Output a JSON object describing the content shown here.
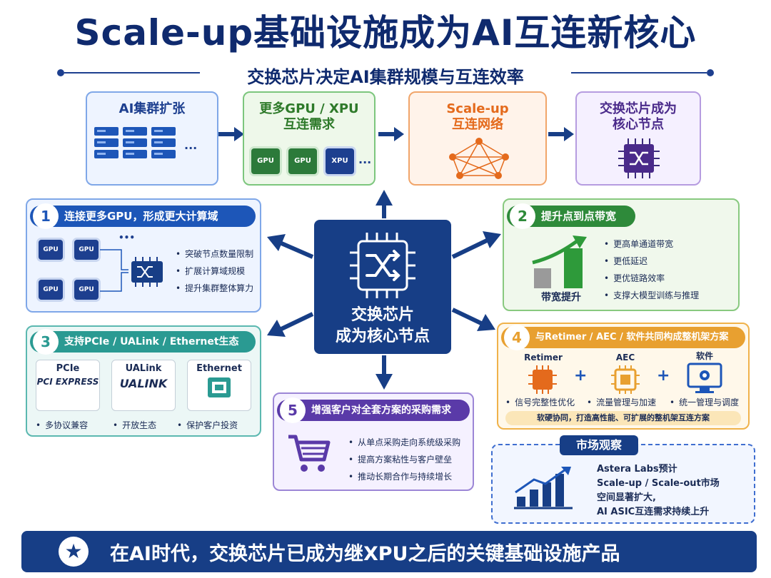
{
  "title": "Scale-up基础设施成为AI互连新核心",
  "subtitle": "交换芯片决定AI集群规模与互连效率",
  "flow": {
    "step1": {
      "label": "AI集群扩张",
      "more": "..."
    },
    "step2": {
      "label_line1": "更多GPU / XPU",
      "label_line2": "互连需求",
      "chips": [
        "GPU",
        "GPU",
        "XPU"
      ],
      "more": "..."
    },
    "step3": {
      "label_line1": "Scale-up",
      "label_line2": "互连网络"
    },
    "step4": {
      "label_line1": "交换芯片成为",
      "label_line2": "核心节点"
    }
  },
  "center": {
    "line1": "交换芯片",
    "line2": "成为核心节点"
  },
  "sections": {
    "s1": {
      "num": "1",
      "header": "连接更多GPU，形成更大计算域",
      "chips": [
        "GPU",
        "GPU",
        "GPU",
        "GPU"
      ],
      "bullets": [
        "突破节点数量限制",
        "扩展计算域规模",
        "提升集群整体算力"
      ]
    },
    "s2": {
      "num": "2",
      "header": "提升点到点带宽",
      "chart_label": "带宽提升",
      "bullets": [
        "更高单通道带宽",
        "更低延迟",
        "更优链路效率",
        "支撑大模型训练与推理"
      ]
    },
    "s3": {
      "num": "3",
      "header": "支持PCIe / UALink / Ethernet生态",
      "cards": [
        {
          "name": "PCIe",
          "logo": "PCI EXPRESS",
          "caption": "多协议兼容"
        },
        {
          "name": "UALink",
          "logo": "UALINK",
          "caption": "开放生态"
        },
        {
          "name": "Ethernet",
          "logo": "",
          "caption": "保护客户投资"
        }
      ]
    },
    "s4": {
      "num": "4",
      "header": "与Retimer / AEC / 软件共同构成整机架方案",
      "items": [
        {
          "name": "Retimer",
          "caption": "信号完整性优化"
        },
        {
          "name": "AEC",
          "caption": "流量管理与加速"
        },
        {
          "name": "软件",
          "caption": "统一管理与调度"
        }
      ],
      "plus": "+",
      "footer": "软硬协同，打造高性能、可扩展的整机架互连方案"
    },
    "s5": {
      "num": "5",
      "header": "增强客户对全套方案的采购需求",
      "bullets": [
        "从单点采购走向系统级采购",
        "提高方案粘性与客户壁垒",
        "推动长期合作与持续增长"
      ]
    }
  },
  "market": {
    "tag": "市场观察",
    "lines": [
      "Astera Labs预计",
      "Scale-up / Scale-out市场",
      "空间显著扩大,",
      "AI ASIC互连需求持续上升"
    ]
  },
  "bottom": {
    "text": "在AI时代，交换芯片已成为继XPU之后的关键基础设施产品"
  },
  "colors": {
    "navy": "#173e86",
    "blue": "#1d56b8",
    "green": "#2e8a3a",
    "teal": "#2a9a92",
    "orange": "#e46a1c",
    "amber": "#e8a030",
    "purple": "#5a3aa8"
  }
}
